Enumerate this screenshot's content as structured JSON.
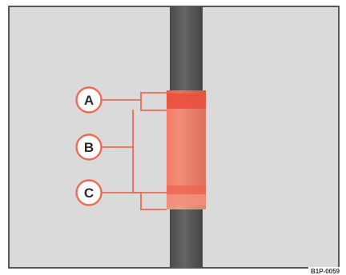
{
  "colors": {
    "panel_background": "#dadada",
    "panel_border": "#333333",
    "rod": "#5b5b5b",
    "rod_edge": "#3f3f3f",
    "marking_zone": "#f07a66",
    "marking_zone_dark": "#e8503e",
    "leader_line": "#ee6a55",
    "callout_circle_fill": "#ffffff",
    "callout_circle_stroke": "#ee6a55"
  },
  "icons": {
    "gauge": "dipstick-icon"
  },
  "callouts": {
    "a": {
      "letter": "A"
    },
    "b": {
      "letter": "B"
    },
    "c": {
      "letter": "C"
    }
  },
  "figure_code": "B1P-0059"
}
